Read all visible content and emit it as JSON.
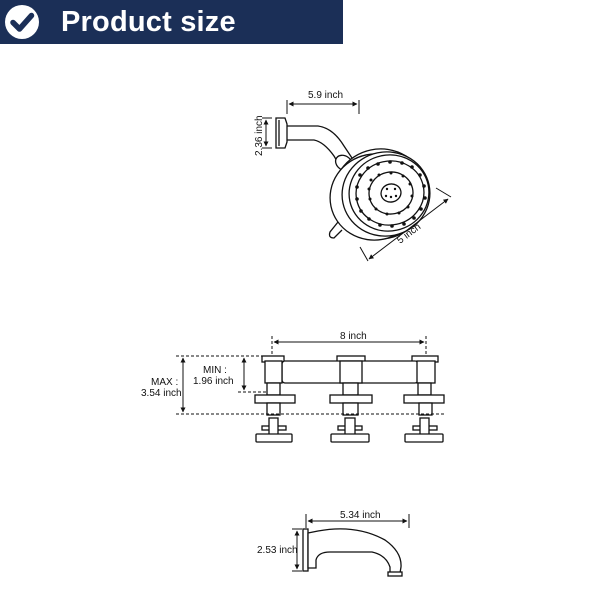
{
  "banner": {
    "title": "Product size",
    "icon": "check-circle-icon",
    "background_color": "#1b2f57"
  },
  "shower_head": {
    "arm_length": "5.9 inch",
    "arm_height": "2.36 inch",
    "head_diameter": "5 inch"
  },
  "faucet": {
    "center_spread": "8  inch",
    "min_label": "MIN :",
    "min_value": "1.96 inch",
    "max_label": "MAX :",
    "max_value": "3.54 inch"
  },
  "tub_spout": {
    "length": "5.34 inch",
    "height": "2.53 inch"
  }
}
